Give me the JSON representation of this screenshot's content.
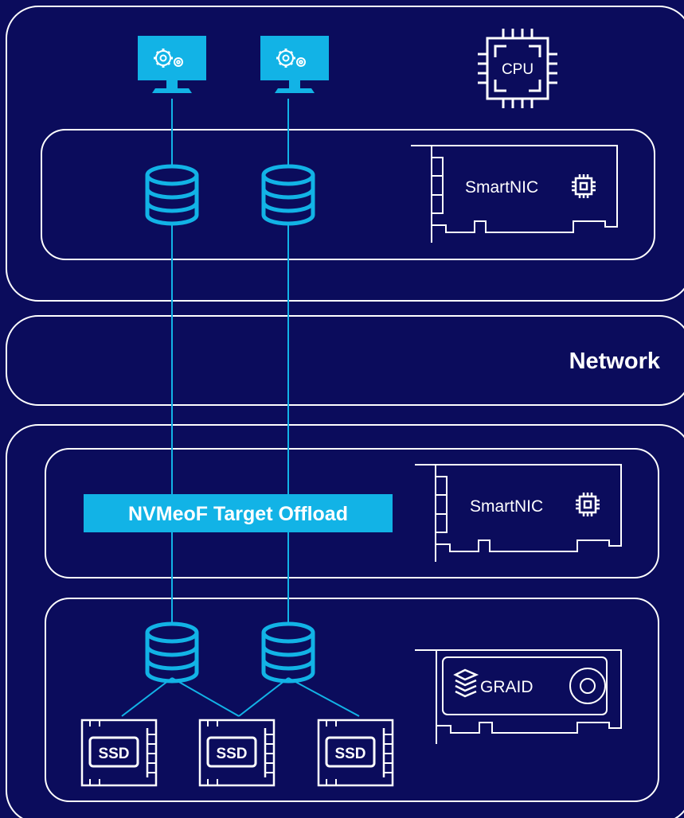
{
  "diagram": {
    "network_label": "Network",
    "offload_label": "NVMeoF Target Offload",
    "smartnic_top_label": "SmartNIC",
    "smartnic_bottom_label": "SmartNIC",
    "cpu_label": "CPU",
    "graid_label": "GRAID",
    "ssd_labels": [
      "SSD",
      "SSD",
      "SSD"
    ]
  },
  "colors": {
    "background": "#0b0c5c",
    "outline": "#ffffff",
    "accent": "#12b3e6"
  },
  "icons": [
    "monitor-gear-icon",
    "database-icon",
    "cpu-chip-icon",
    "smartnic-card-icon",
    "graid-card-icon",
    "ssd-icon"
  ]
}
